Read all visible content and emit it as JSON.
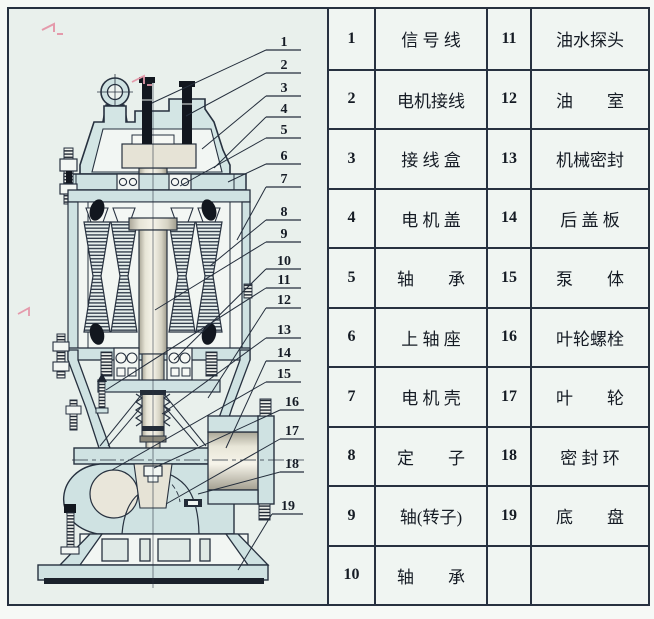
{
  "diagram": {
    "callouts": [
      "1",
      "2",
      "3",
      "4",
      "5",
      "6",
      "7",
      "8",
      "9",
      "10",
      "11",
      "12",
      "13",
      "14",
      "15",
      "16",
      "17",
      "18",
      "19"
    ]
  },
  "table": {
    "rows": [
      {
        "no_left": "1",
        "name_left": "信 号 线",
        "no_right": "11",
        "name_right": "油水探头"
      },
      {
        "no_left": "2",
        "name_left": "电机接线",
        "no_right": "12",
        "name_right": "油　　室"
      },
      {
        "no_left": "3",
        "name_left": "接 线 盒",
        "no_right": "13",
        "name_right": "机械密封"
      },
      {
        "no_left": "4",
        "name_left": "电 机 盖",
        "no_right": "14",
        "name_right": "后 盖 板"
      },
      {
        "no_left": "5",
        "name_left": "轴　　承",
        "no_right": "15",
        "name_right": "泵　　体"
      },
      {
        "no_left": "6",
        "name_left": "上 轴 座",
        "no_right": "16",
        "name_right": "叶轮螺栓"
      },
      {
        "no_left": "7",
        "name_left": "电 机 壳",
        "no_right": "17",
        "name_right": "叶　　轮"
      },
      {
        "no_left": "8",
        "name_left": "定　　子",
        "no_right": "18",
        "name_right": "密 封 环"
      },
      {
        "no_left": "9",
        "name_left": "轴(转子)",
        "no_right": "19",
        "name_right": "底　　盘"
      },
      {
        "no_left": "10",
        "name_left": "轴　　承",
        "no_right": "",
        "name_right": ""
      }
    ]
  },
  "colors": {
    "casing_cyan": "#cfe2e2",
    "metal_gray": "#e6e3d6",
    "line_navy": "#27313f",
    "frame_border": "#273140",
    "artifact_pink": "#e49aab"
  }
}
